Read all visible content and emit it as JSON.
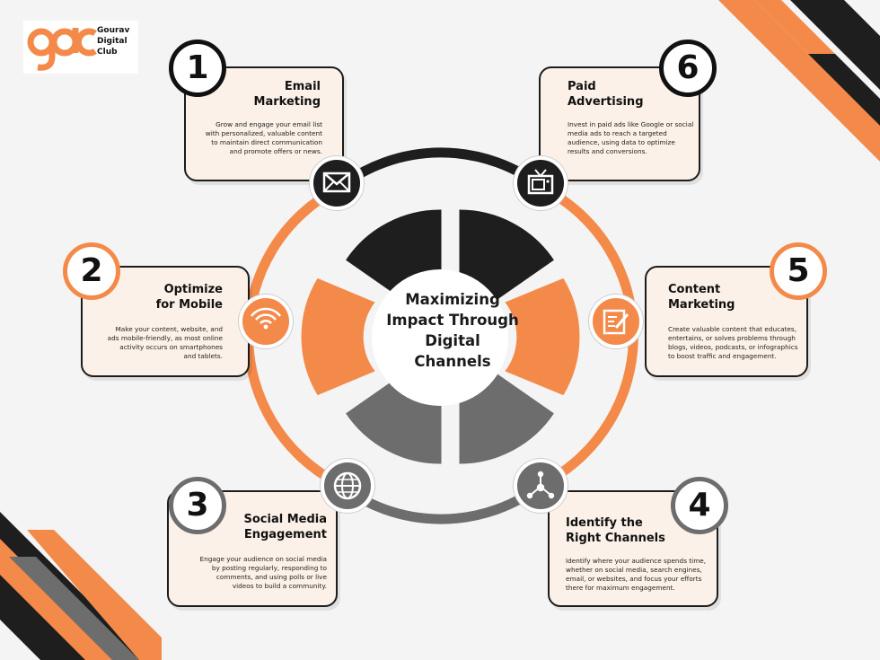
{
  "brand": {
    "logo_mark": "gdc",
    "name_lines": [
      "Gourav",
      "Digital",
      "Club"
    ]
  },
  "center": {
    "title_lines": [
      "Maximizing",
      "Impact Through",
      "Digital",
      "Channels"
    ]
  },
  "colors": {
    "orange": "#f48a4a",
    "black": "#1e1e1e",
    "gray": "#6d6d6d",
    "card": "#fbf1e8"
  },
  "steps": [
    {
      "number": "1",
      "title_lines": [
        "Email",
        "Marketing"
      ],
      "description_lines": [
        "Grow and engage your email list",
        "with personalized, valuable content",
        "to maintain direct communication",
        "and promote offers or news."
      ],
      "icon": "envelope-icon"
    },
    {
      "number": "2",
      "title_lines": [
        "Optimize",
        "for Mobile"
      ],
      "description_lines": [
        "Make your content, website, and",
        "ads mobile-friendly, as most online",
        "activity occurs on smartphones",
        "and tablets."
      ],
      "icon": "wifi-signal-icon"
    },
    {
      "number": "3",
      "title_lines": [
        "Social Media",
        "Engagement"
      ],
      "description_lines": [
        "Engage your audience on social media",
        "by posting regularly, responding to",
        "comments, and using polls or live",
        "videos to build a community."
      ],
      "icon": "globe-icon"
    },
    {
      "number": "4",
      "title_lines": [
        "Identify the",
        "Right Channels"
      ],
      "description_lines": [
        "Identify where your audience spends time,",
        "whether on social media, search engines,",
        "email, or websites, and focus your efforts",
        "there for maximum engagement."
      ],
      "icon": "network-nodes-icon"
    },
    {
      "number": "5",
      "title_lines": [
        "Content",
        "Marketing"
      ],
      "description_lines": [
        "Create valuable content that educates,",
        "entertains, or solves problems through",
        "blogs, videos, podcasts, or infographics",
        "to boost traffic and engagement."
      ],
      "icon": "document-edit-icon"
    },
    {
      "number": "6",
      "title_lines": [
        "Paid",
        "Advertising"
      ],
      "description_lines": [
        "Invest in paid ads like Google or social",
        "media ads to reach a targeted",
        "audience, using data to optimize",
        "results and conversions."
      ],
      "icon": "tv-icon"
    }
  ]
}
